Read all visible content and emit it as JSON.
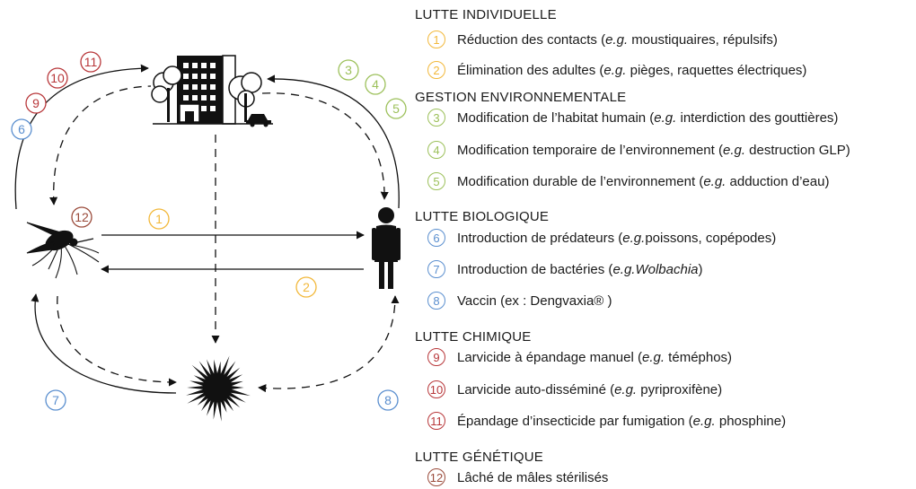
{
  "colors": {
    "individual": "#f2b83a",
    "environmental": "#9cc05a",
    "biological": "#5b8fcf",
    "chemical": "#b8373a",
    "genetic": "#9a4a3a"
  },
  "diagram": {
    "nodes": [
      {
        "id": "building",
        "icon": "city-building-icon"
      },
      {
        "id": "human",
        "icon": "human-silhouette-icon"
      },
      {
        "id": "mosquito",
        "icon": "mosquito-icon"
      },
      {
        "id": "larva",
        "icon": "spiky-breeding-site-icon"
      }
    ],
    "labels": {
      "n1": "1",
      "n2": "2",
      "n3": "3",
      "n4": "4",
      "n5": "5",
      "n6": "6",
      "n7": "7",
      "n8": "8",
      "n9": "9",
      "n10": "10",
      "n11": "11",
      "n12": "12"
    }
  },
  "legend": {
    "sections": [
      {
        "title": "LUTTE INDIVIDUELLE",
        "items": [
          {
            "num": "1",
            "text": "Réduction des contacts (",
            "eg": "e.g.",
            "rest": " moustiquaires, répulsifs)"
          },
          {
            "num": "2",
            "text": "Élimination des adultes (",
            "eg": "e.g.",
            "rest": " pièges, raquettes électriques)"
          }
        ]
      },
      {
        "title": "GESTION ENVIRONNEMENTALE",
        "items": [
          {
            "num": "3",
            "text": "Modification de l’habitat humain (",
            "eg": "e.g.",
            "rest": " interdiction des gouttières)"
          },
          {
            "num": "4",
            "text": "Modification temporaire de l’environnement (",
            "eg": "e.g.",
            "rest": " destruction GLP)"
          },
          {
            "num": "5",
            "text": "Modification durable de l’environnement (",
            "eg": "e.g.",
            "rest": " adduction d’eau)"
          }
        ]
      },
      {
        "title": "LUTTE BIOLOGIQUE",
        "items": [
          {
            "num": "6",
            "text": "Introduction de prédateurs (",
            "eg": "e.g.",
            "rest": "poissons, copépodes)"
          },
          {
            "num": "7",
            "text": "Introduction de bactéries (",
            "eg": "e.g.Wolbachia",
            "rest": ")"
          },
          {
            "num": "8",
            "text": "Vaccin (ex : Dengvaxia® )",
            "eg": "",
            "rest": ""
          }
        ]
      },
      {
        "title": "LUTTE CHIMIQUE",
        "items": [
          {
            "num": "9",
            "text": "Larvicide à  épandage manuel (",
            "eg": "e.g.",
            "rest": " téméphos)"
          },
          {
            "num": "10",
            "text": "Larvicide auto-disséminé (",
            "eg": "e.g.",
            "rest": " pyriproxifène)"
          },
          {
            "num": "11",
            "text": "Épandage d’insecticide par fumigation (",
            "eg": "e.g.",
            "rest": " phosphine)"
          }
        ]
      },
      {
        "title": "LUTTE GÉNÉTIQUE",
        "items": [
          {
            "num": "12",
            "text": "Lâché de mâles stérilisés",
            "eg": "",
            "rest": ""
          }
        ]
      }
    ]
  }
}
